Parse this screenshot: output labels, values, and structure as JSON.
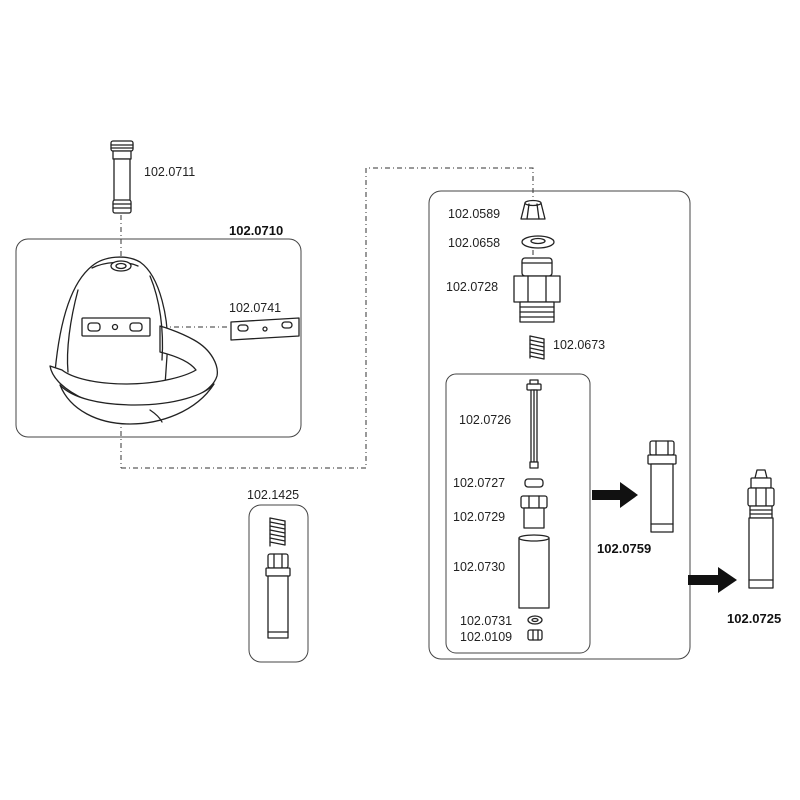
{
  "parts": {
    "p_0711": "102.0711",
    "p_0710": "102.0710",
    "p_0741": "102.0741",
    "p_1425": "102.1425",
    "p_0589": "102.0589",
    "p_0658": "102.0658",
    "p_0728": "102.0728",
    "p_0673": "102.0673",
    "p_0726": "102.0726",
    "p_0727": "102.0727",
    "p_0729": "102.0729",
    "p_0730": "102.0730",
    "p_0731": "102.0731",
    "p_0109": "102.0109",
    "p_0759": "102.0759",
    "p_0725": "102.0725"
  }
}
